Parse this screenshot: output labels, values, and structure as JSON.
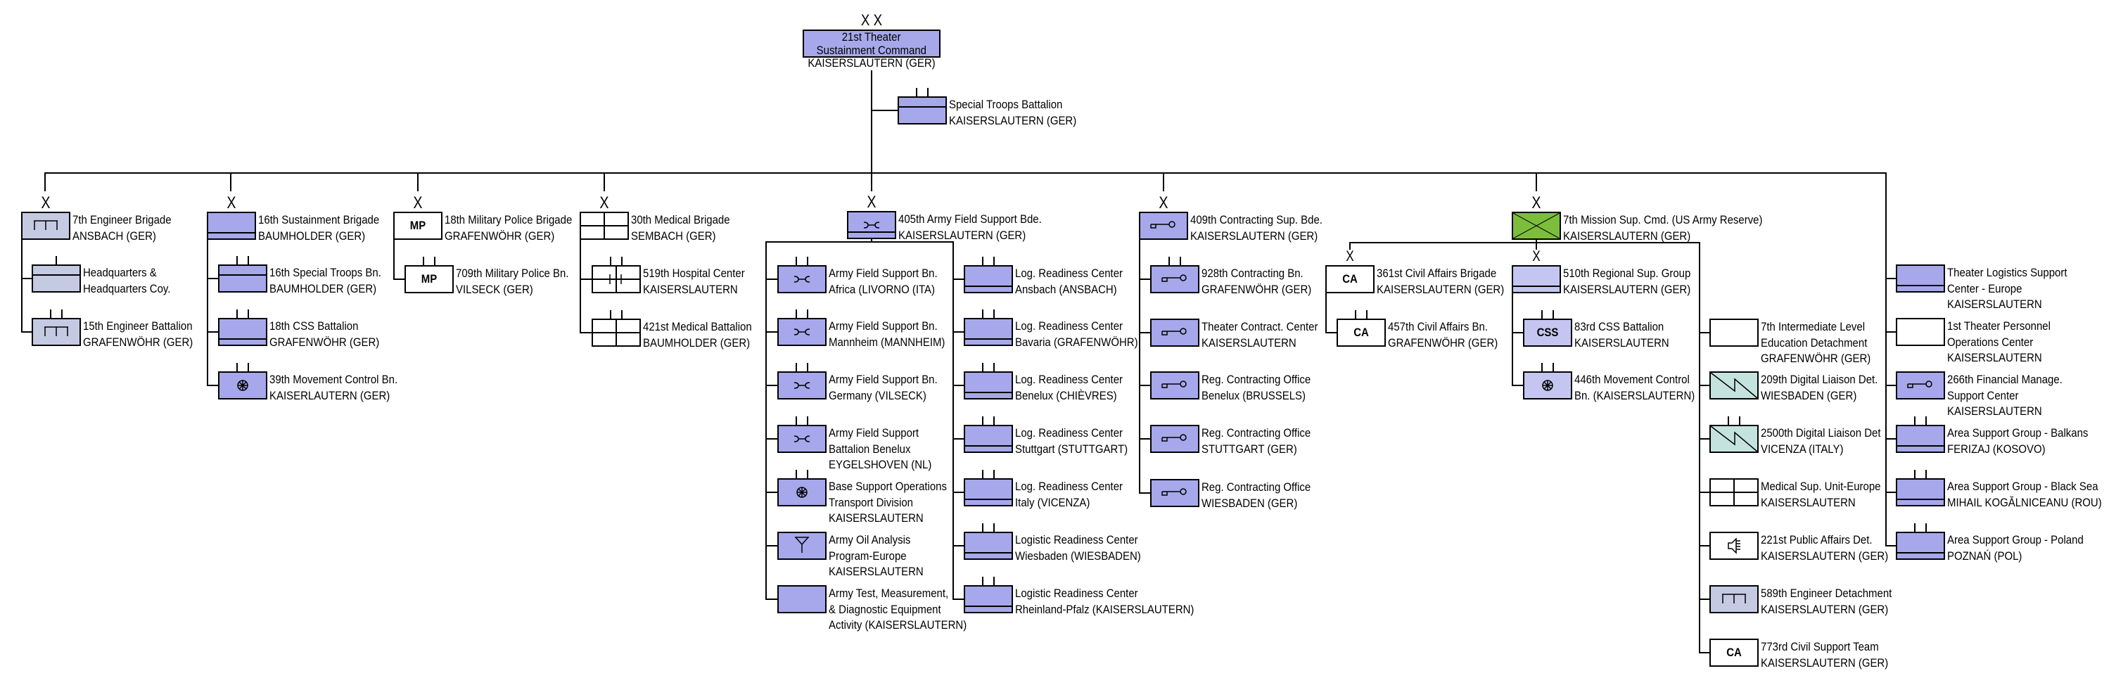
{
  "title": "21st Theater Sustainment Command",
  "colors": {
    "sustainment": "#a6a8eb",
    "engineer": "#c5cae3",
    "light_sustainment": "#c4c6f1",
    "reserve": "#7dbd3c",
    "signal": "#c5e3de",
    "neutral": "#ffffff",
    "line": "#000000"
  },
  "units": {
    "tsc21": {
      "echelon": "X X",
      "symbol": "sustainment",
      "lines": [
        "21st Theater",
        "Sustainment Command"
      ],
      "location": "KAISERSLAUTERN (GER)"
    },
    "stb": {
      "echelon": "II",
      "symbol": "special-troops",
      "lines": [
        "Special Troops Battalion",
        "KAISERSLAUTERN (GER)"
      ]
    },
    "eng7": {
      "echelon": "X",
      "symbol": "engineer",
      "lines": [
        "7th Engineer Brigade",
        "ANSBACH (GER)"
      ]
    },
    "hhc": {
      "echelon": "I",
      "symbol": "headquarters",
      "lines": [
        "Headquarters &",
        "Headquarters Coy."
      ]
    },
    "eng15": {
      "echelon": "II",
      "symbol": "engineer",
      "lines": [
        "15th Engineer Battalion",
        "GRAFENWÖHR (GER)"
      ]
    },
    "sust16": {
      "echelon": "X",
      "symbol": "sustainment",
      "lines": [
        "16th Sustainment Brigade",
        "BAUMHOLDER (GER)"
      ]
    },
    "stb16": {
      "echelon": "II",
      "symbol": "special-troops",
      "lines": [
        "16th Special Troops Bn.",
        "BAUMHOLDER (GER)"
      ]
    },
    "css18": {
      "echelon": "II",
      "symbol": "sustainment",
      "lines": [
        "18th CSS Battalion",
        "GRAFENWÖHR (GER)"
      ]
    },
    "mcb39": {
      "echelon": "II",
      "symbol": "movement-control",
      "lines": [
        "39th Movement Control Bn.",
        "KAISERLAUTERN (GER)"
      ]
    },
    "mp18": {
      "echelon": "X",
      "symbol": "military-police",
      "symbol_text": "MP",
      "lines": [
        "18th Military Police Brigade",
        "GRAFENWÖHR (GER)"
      ]
    },
    "mp709": {
      "echelon": "II",
      "symbol": "military-police",
      "symbol_text": "MP",
      "lines": [
        "709th Military Police Bn.",
        "VILSECK (GER)"
      ]
    },
    "med30": {
      "echelon": "X",
      "symbol": "medical",
      "lines": [
        "30th Medical Brigade",
        "SEMBACH (GER)"
      ]
    },
    "hc519": {
      "echelon": "II",
      "symbol": "hospital",
      "lines": [
        "519th Hospital Center",
        "KAISERSLAUTERN"
      ]
    },
    "med421": {
      "echelon": "II",
      "symbol": "medical",
      "lines": [
        "421st Medical Battalion",
        "BAUMHOLDER (GER)"
      ]
    },
    "afsb405": {
      "echelon": "X",
      "symbol": "field-support",
      "lines": [
        "405th Army Field Support Bde.",
        "KAISERSLAUTERN (GER)"
      ]
    },
    "afsb_africa": {
      "echelon": "II",
      "symbol": "field-support",
      "lines": [
        "Army Field Support Bn.",
        "Africa (LIVORNO (ITA)"
      ]
    },
    "afsb_mannheim": {
      "echelon": "II",
      "symbol": "field-support",
      "lines": [
        "Army Field Support Bn.",
        "Mannheim (MANNHEIM)"
      ]
    },
    "afsb_germany": {
      "echelon": "II",
      "symbol": "field-support",
      "lines": [
        "Army Field Support Bn.",
        "Germany (VILSECK)"
      ]
    },
    "afsb_benelux": {
      "echelon": "II",
      "symbol": "field-support",
      "lines": [
        "Army Field Support",
        "Battalion Benelux",
        "EYGELSHOVEN (NL)"
      ]
    },
    "bso_transport": {
      "echelon": "II",
      "symbol": "movement-control",
      "lines": [
        "Base Support Operations",
        "Transport Division",
        "KAISERSLAUTERN"
      ]
    },
    "aoap": {
      "echelon": "",
      "symbol": "oil-analysis",
      "lines": [
        "Army Oil Analysis",
        "Program-Europe",
        "KAISERSLAUTERN"
      ]
    },
    "tmde": {
      "echelon": "",
      "symbol": "sustainment",
      "lines": [
        "Army Test, Measurement,",
        "& Diagnostic Equipment",
        "Activity (KAISERSLAUTERN)"
      ]
    },
    "lrc_ansbach": {
      "echelon": "II",
      "symbol": "sustainment",
      "lines": [
        "Log. Readiness Center",
        "Ansbach (ANSBACH)"
      ]
    },
    "lrc_bavaria": {
      "echelon": "II",
      "symbol": "sustainment",
      "lines": [
        "Log. Readiness Center",
        "Bavaria (GRAFENWÖHR)"
      ]
    },
    "lrc_benelux": {
      "echelon": "II",
      "symbol": "sustainment",
      "lines": [
        "Log. Readiness Center",
        "Benelux (CHIÈVRES)"
      ]
    },
    "lrc_stuttgart": {
      "echelon": "II",
      "symbol": "sustainment",
      "lines": [
        "Log. Readiness Center",
        "Stuttgart (STUTTGART)"
      ]
    },
    "lrc_italy": {
      "echelon": "II",
      "symbol": "sustainment",
      "lines": [
        "Log. Readiness Center",
        "Italy (VICENZA)"
      ]
    },
    "lrc_wiesbaden": {
      "echelon": "II",
      "symbol": "sustainment",
      "lines": [
        "Logistic Readiness Center",
        "Wiesbaden (WIESBADEN)"
      ]
    },
    "lrc_rheinland_pfalz": {
      "echelon": "II",
      "symbol": "sustainment",
      "lines": [
        "Logistic Readiness Center",
        "Rheinland-Pfalz (KAISERSLAUTERN)"
      ]
    },
    "csb409": {
      "echelon": "X",
      "symbol": "contracting",
      "lines": [
        "409th Contracting Sup. Bde.",
        "KAISERSLAUTERN (GER)"
      ]
    },
    "cbn928": {
      "echelon": "II",
      "symbol": "contracting",
      "lines": [
        "928th Contracting Bn.",
        "GRAFENWÖHR (GER)"
      ]
    },
    "tcc": {
      "echelon": "",
      "symbol": "contracting",
      "lines": [
        "Theater Contract. Center",
        "KAISERSLAUTERN"
      ]
    },
    "rco_benelux": {
      "echelon": "",
      "symbol": "contracting",
      "lines": [
        "Reg. Contracting Office",
        "Benelux (BRUSSELS)"
      ]
    },
    "rco_stuttgart": {
      "echelon": "",
      "symbol": "contracting",
      "lines": [
        "Reg. Contracting Office",
        "STUTTGART (GER)"
      ]
    },
    "rco_wiesbaden": {
      "echelon": "",
      "symbol": "contracting",
      "lines": [
        "Reg. Contracting Office",
        "WIESBADEN (GER)"
      ]
    },
    "msc7": {
      "echelon": "X",
      "symbol": "reserve-command",
      "lines": [
        "7th Mission Sup. Cmd. (US Army Reserve)",
        "KAISERSLAUTERN (GER)"
      ]
    },
    "ca361": {
      "echelon": "X",
      "symbol": "civil-affairs",
      "symbol_text": "CA",
      "lines": [
        "361st Civil Affairs Brigade",
        "KAISERSLAUTERN (GER)"
      ]
    },
    "ca457": {
      "echelon": "II",
      "symbol": "civil-affairs",
      "symbol_text": "CA",
      "lines": [
        "457th Civil Affairs Bn.",
        "GRAFENWÖHR (GER)"
      ]
    },
    "rsg510": {
      "echelon": "X",
      "symbol": "sustainment",
      "lines": [
        "510th Regional Sup. Group",
        "KAISERSLAUTERN (GER)"
      ]
    },
    "css83": {
      "echelon": "II",
      "symbol": "combat-service-support",
      "symbol_text": "CSS",
      "lines": [
        "83rd CSS Battalion",
        "KAISERSLAUTERN"
      ]
    },
    "mcb446": {
      "echelon": "II",
      "symbol": "movement-control",
      "lines": [
        "446th Movement Control",
        "Bn. (KAISERSLAUTERN)"
      ]
    },
    "ile7": {
      "echelon": "",
      "symbol": "education",
      "lines": [
        "7th Intermediate Level",
        "Education Detachment",
        "GRAFENWÖHR (GER)"
      ]
    },
    "dld209": {
      "echelon": "",
      "symbol": "signal",
      "lines": [
        "209th Digital Liaison Det.",
        "WIESBADEN (GER)"
      ]
    },
    "dld2500": {
      "echelon": "II",
      "symbol": "signal",
      "lines": [
        "2500th Digital Liaison Det",
        "VICENZA (ITALY)"
      ]
    },
    "msue": {
      "echelon": "",
      "symbol": "medical",
      "lines": [
        "Medical Sup. Unit-Europe",
        "KAISERSLAUTERN"
      ]
    },
    "pad221": {
      "echelon": "",
      "symbol": "public-affairs",
      "lines": [
        "221st Public Affairs Det.",
        "KAISERSLAUTERN (GER)"
      ]
    },
    "eng589": {
      "echelon": "",
      "symbol": "engineer",
      "lines": [
        "589th Engineer Detachment",
        "KAISERSLAUTERN (GER)"
      ]
    },
    "cst773": {
      "echelon": "",
      "symbol": "civil-affairs",
      "symbol_text": "CA",
      "lines": [
        "773rd Civil Support Team",
        "KAISERSLAUTERN (GER)"
      ]
    },
    "tlsce": {
      "echelon": "",
      "symbol": "sustainment",
      "lines": [
        "Theater Logistics Support",
        "Center - Europe",
        "KAISERSLAUTERN"
      ]
    },
    "tpoc1": {
      "echelon": "",
      "symbol": "personnel",
      "lines": [
        "1st Theater Personnel",
        "Operations Center",
        "KAISERSLAUTERN"
      ]
    },
    "fmsc266": {
      "echelon": "",
      "symbol": "finance",
      "lines": [
        "266th Financial Manage.",
        "Support Center",
        "KAISERSLAUTERN"
      ]
    },
    "asg_balkans": {
      "echelon": "II",
      "symbol": "sustainment",
      "lines": [
        "Area Support Group - Balkans",
        "FERIZAJ (KOSOVO)"
      ]
    },
    "asg_black_sea": {
      "echelon": "II",
      "symbol": "sustainment",
      "lines": [
        "Area Support Group - Black Sea",
        "MIHAIL KOGĂLNICEANU (ROU)"
      ]
    },
    "asg_poland": {
      "echelon": "II",
      "symbol": "sustainment",
      "lines": [
        "Area Support Group - Poland",
        "POZNAŃ (POL)"
      ]
    }
  }
}
